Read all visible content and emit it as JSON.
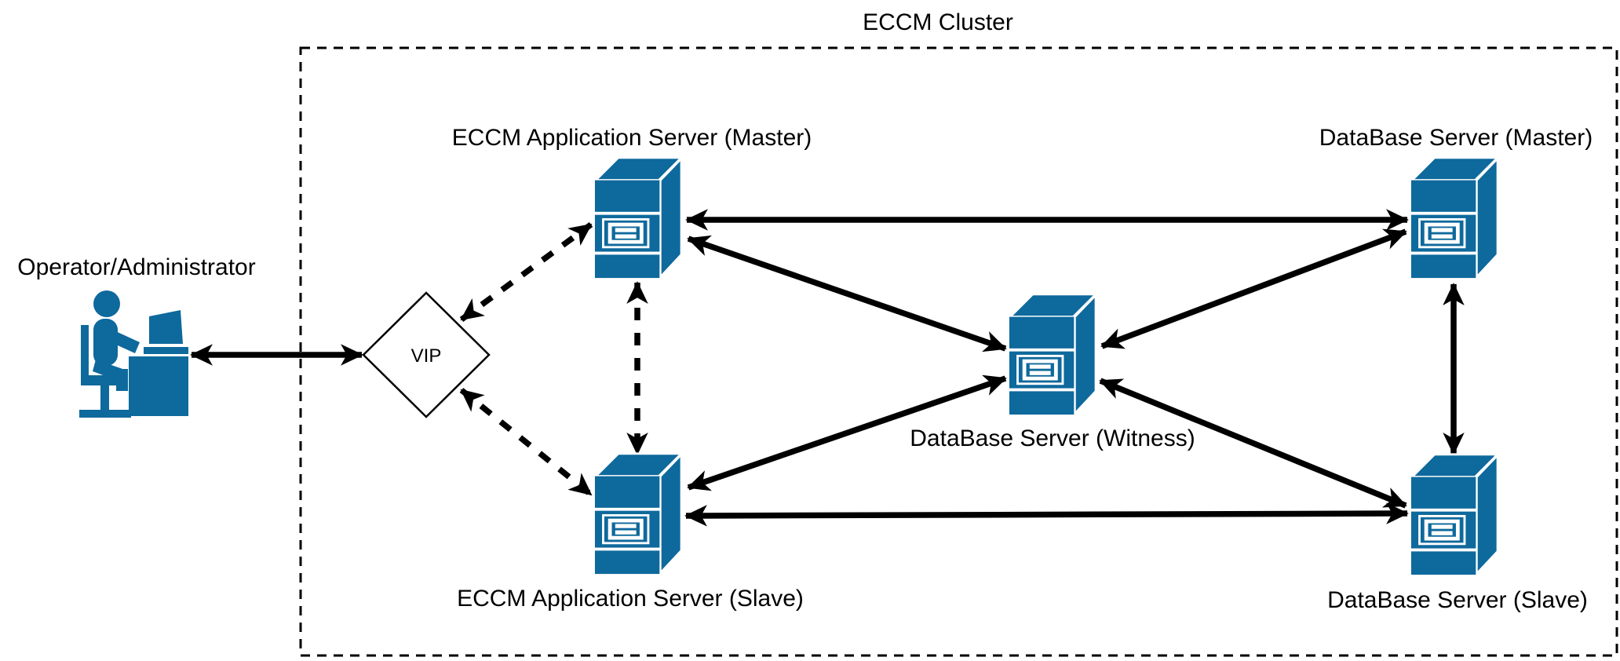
{
  "diagram": {
    "title": "ECCM Cluster",
    "colors": {
      "node_fill": "#0E699C",
      "line": "#000000",
      "background": "#FFFFFF"
    },
    "nodes": {
      "operator": {
        "label": "Operator/Administrator",
        "type": "person-at-desk"
      },
      "vip": {
        "label": "VIP",
        "type": "diamond"
      },
      "app_master": {
        "label": "ECCM Application Server (Master)",
        "type": "server"
      },
      "app_slave": {
        "label": "ECCM Application Server (Slave)",
        "type": "server"
      },
      "db_master": {
        "label": "DataBase Server (Master)",
        "type": "server"
      },
      "db_witness": {
        "label": "DataBase Server (Witness)",
        "type": "server"
      },
      "db_slave": {
        "label": "DataBase Server (Slave)",
        "type": "server"
      }
    },
    "connections": [
      {
        "from": "operator",
        "to": "vip",
        "style": "solid",
        "arrows": "both"
      },
      {
        "from": "vip",
        "to": "app_master",
        "style": "dashed",
        "arrows": "both"
      },
      {
        "from": "vip",
        "to": "app_slave",
        "style": "dashed",
        "arrows": "both"
      },
      {
        "from": "app_master",
        "to": "app_slave",
        "style": "dashed",
        "arrows": "both"
      },
      {
        "from": "app_master",
        "to": "db_master",
        "style": "solid",
        "arrows": "both"
      },
      {
        "from": "app_master",
        "to": "db_witness",
        "style": "solid",
        "arrows": "both"
      },
      {
        "from": "app_slave",
        "to": "db_witness",
        "style": "solid",
        "arrows": "both"
      },
      {
        "from": "app_slave",
        "to": "db_slave",
        "style": "solid",
        "arrows": "both"
      },
      {
        "from": "db_witness",
        "to": "db_master",
        "style": "solid",
        "arrows": "both"
      },
      {
        "from": "db_witness",
        "to": "db_slave",
        "style": "solid",
        "arrows": "both"
      },
      {
        "from": "db_master",
        "to": "db_slave",
        "style": "solid",
        "arrows": "both"
      }
    ]
  }
}
